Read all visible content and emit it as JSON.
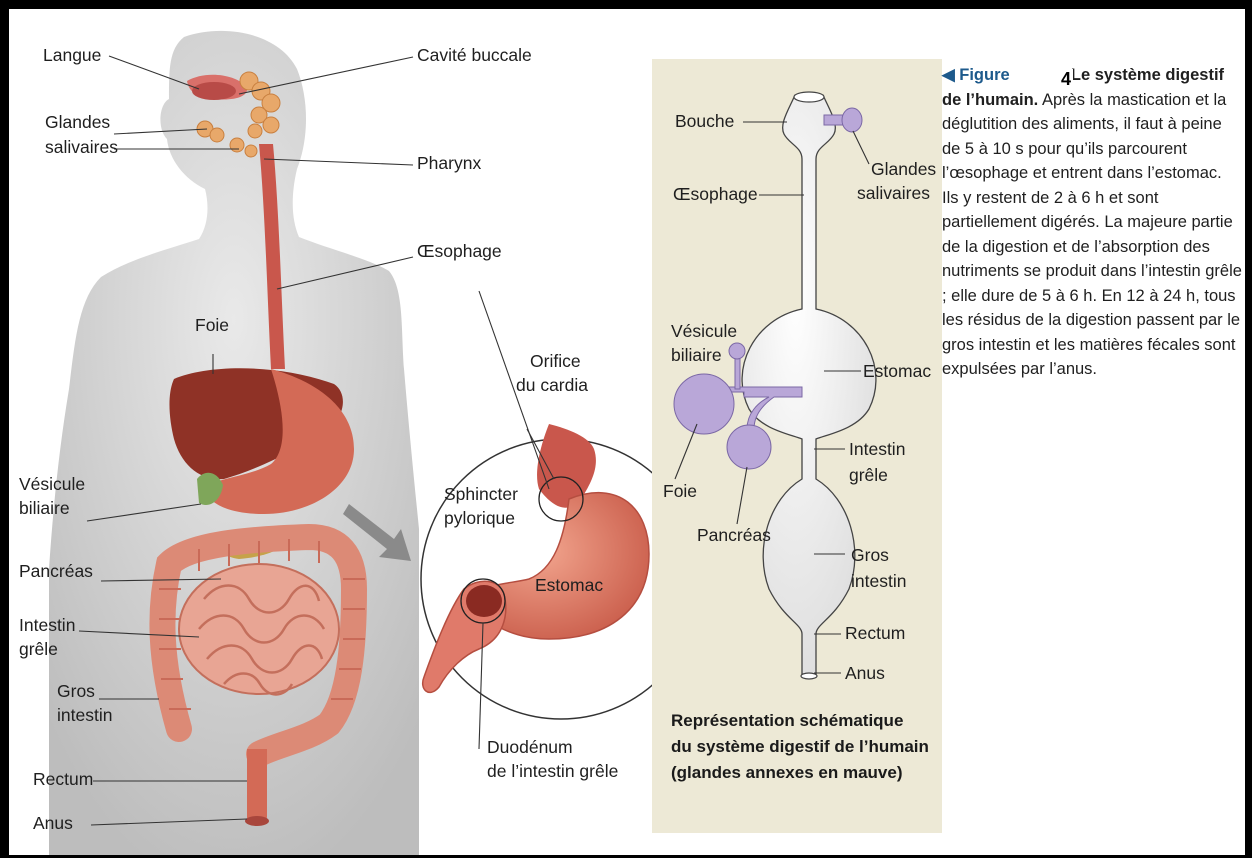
{
  "figure": {
    "badge": "4",
    "number": "◀ Figure",
    "title": "Le système digestif de l’humain.",
    "body": "Après la mastication et la déglutition des aliments, il faut à peine de 5 à 10 s pour qu’ils parcourent l’œsophage et entrent dans l’estomac. Ils y restent de 2 à 6 h et sont partiellement digérés. La majeure partie de la digestion et de l’absorption des nutriments se produit dans l’intestin grêle ; elle dure de 5 à 6 h. En 12 à 24 h, tous les résidus de la digestion passent par le gros intestin et les matières fécales sont expulsées par l’anus."
  },
  "anatomy_labels": {
    "langue": "Langue",
    "cavite_buccale": "Cavité buccale",
    "glandes": "Glandes",
    "salivaires": "salivaires",
    "pharynx": "Pharynx",
    "oesophage": "Œsophage",
    "foie": "Foie",
    "orifice": "Orifice",
    "du_cardia": "du cardia",
    "vesicule": "Vésicule",
    "biliaire": "biliaire",
    "sphincter": "Sphincter",
    "pylorique": "pylorique",
    "estomac": "Estomac",
    "pancreas": "Pancréas",
    "intestin": "Intestin",
    "grele": "grêle",
    "gros": "Gros",
    "intestin2": "intestin",
    "rectum": "Rectum",
    "anus": "Anus",
    "duodenum": "Duodénum",
    "de_intestin_grele": "de l’intestin grêle"
  },
  "schema_labels": {
    "bouche": "Bouche",
    "glandes": "Glandes",
    "salivaires": "salivaires",
    "oesophage": "Œsophage",
    "vesicule": "Vésicule",
    "biliaire": "biliaire",
    "estomac": "Estomac",
    "intestin": "Intestin",
    "grele": "grêle",
    "foie": "Foie",
    "pancreas": "Pancréas",
    "gros": "Gros",
    "intestin2": "intestin",
    "rectum": "Rectum",
    "anus": "Anus"
  },
  "schema_caption": [
    "Représentation schématique",
    "du système digestif de l’humain",
    "(glandes annexes en mauve)"
  ],
  "colors": {
    "body_gray": "#cfcfcf",
    "organ_red": "#c9574c",
    "intestine": "#e39a86",
    "liver": "#8f3226",
    "gallbladder": "#7fa65a",
    "pancreas": "#c6a24a",
    "panel_beige": "#ede9d6",
    "gland_mauve": "#b9a7d8",
    "figure_blue": "#1d5a8c"
  }
}
